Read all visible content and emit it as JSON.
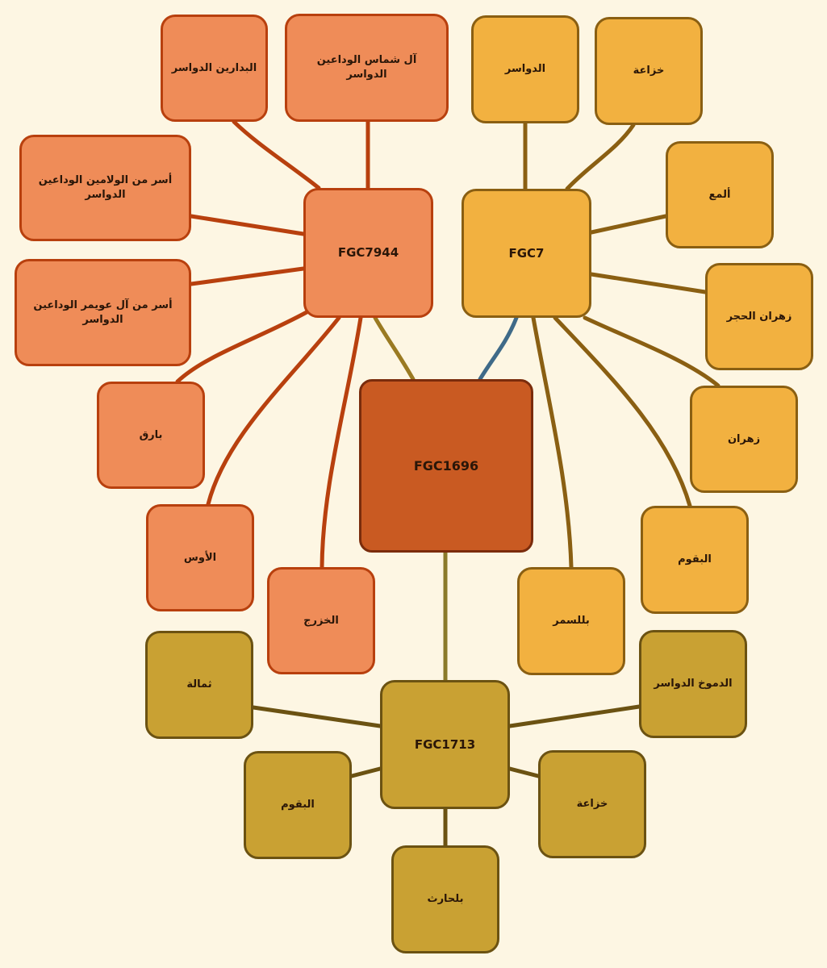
{
  "colors": {
    "background": "#fdf6e3",
    "root_fill": "#c95a22",
    "root_border": "#7a2c0c",
    "fgc7944_fill": "#ef8c58",
    "fgc7944_border": "#b8400e",
    "fgc7_fill": "#f2b140",
    "fgc7_border": "#8a5f12",
    "fgc1713_fill": "#c9a133",
    "fgc1713_border": "#6b5212",
    "edge_root_fgc7944": "#9a7a22",
    "edge_root_fgc7": "#3f6a88",
    "edge_root_fgc1713": "#8a7a2a"
  },
  "root": {
    "id": "root",
    "label": "FGC1696"
  },
  "groups": [
    {
      "id": "fgc7944",
      "label": "FGC7944",
      "children": [
        {
          "id": "c1",
          "label": "البدارين الدواسر"
        },
        {
          "id": "c2",
          "label": "آل شماس الوداعين الدواسر"
        },
        {
          "id": "c3",
          "label": "أسر من الولامين الوداعين الدواسر"
        },
        {
          "id": "c4",
          "label": "أسر من آل عويمر الوداعين الدواسر"
        },
        {
          "id": "c5",
          "label": "بارق"
        },
        {
          "id": "c6",
          "label": "الأوس"
        },
        {
          "id": "c7",
          "label": "الخزرج"
        }
      ]
    },
    {
      "id": "fgc7",
      "label": "FGC7",
      "children": [
        {
          "id": "d1",
          "label": "الدواسر"
        },
        {
          "id": "d2",
          "label": "خزاعة"
        },
        {
          "id": "d3",
          "label": "ألمع"
        },
        {
          "id": "d4",
          "label": "زهران الحجر"
        },
        {
          "id": "d5",
          "label": "زهران"
        },
        {
          "id": "d6",
          "label": "البقوم"
        },
        {
          "id": "d7",
          "label": "بللسمر"
        }
      ]
    },
    {
      "id": "fgc1713",
      "label": "FGC1713",
      "children": [
        {
          "id": "e1",
          "label": "ثمالة"
        },
        {
          "id": "e2",
          "label": "الدموخ الدواسر"
        },
        {
          "id": "e3",
          "label": "البقوم"
        },
        {
          "id": "e4",
          "label": "خزاعة"
        },
        {
          "id": "e5",
          "label": "بلحارث"
        }
      ]
    }
  ]
}
